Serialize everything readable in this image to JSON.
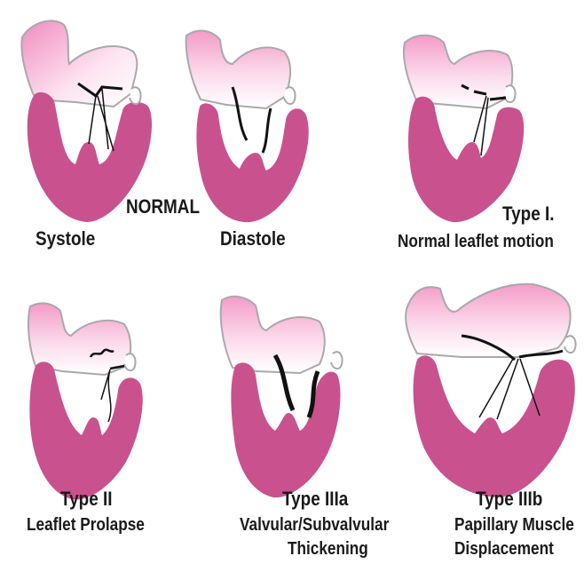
{
  "labels": {
    "normal": "NORMAL",
    "systole": "Systole",
    "diastole": "Diastole",
    "type1_title": "Type I.",
    "type1_desc": "Normal leaflet motion",
    "type2_title": "Type II",
    "type2_desc": "Leaflet Prolapse",
    "type3a_title": "Type IIIa",
    "type3a_desc1": "Valvular/Subvalvular",
    "type3a_desc2": "Thickening",
    "type3b_title": "Type IIIb",
    "type3b_desc1": "Papillary Muscle",
    "type3b_desc2": "Displacement"
  },
  "colors": {
    "muscle": "#c9528e",
    "atrium_light": "#fde8f2",
    "atrium_pink": "#ee9ec6",
    "outline": "#a9a9a9",
    "chordae": "#111111",
    "text": "#1a1a1a"
  }
}
